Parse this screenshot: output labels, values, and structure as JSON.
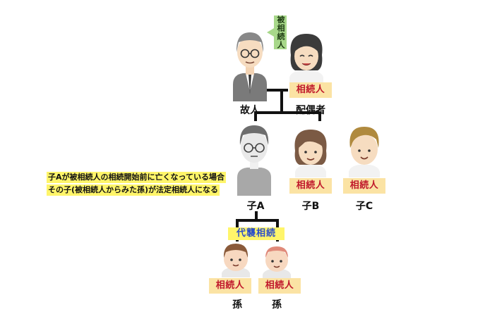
{
  "badge_text": "相続人",
  "decedent": {
    "name": "故人",
    "tag": "被相続人"
  },
  "spouse": {
    "name": "配偶者"
  },
  "children": [
    {
      "id": "a",
      "name": "子A"
    },
    {
      "id": "b",
      "name": "子B"
    },
    {
      "id": "c",
      "name": "子C"
    }
  ],
  "grandchildren": [
    {
      "id": "1",
      "name": "孫"
    },
    {
      "id": "2",
      "name": "孫"
    }
  ],
  "note_lines": [
    "子Aが被相続人の相続開始前に亡くなっている場合",
    "その子(被相続人からみた孫)が法定相続人になる"
  ],
  "substitution_label": "代襲相続",
  "colors": {
    "badge_bg": "#fbe3a4",
    "badge_text": "#c0182b",
    "highlight": "#fff56a",
    "tag_bg": "#a8d88a",
    "substitution_text": "#2d4fc8"
  }
}
